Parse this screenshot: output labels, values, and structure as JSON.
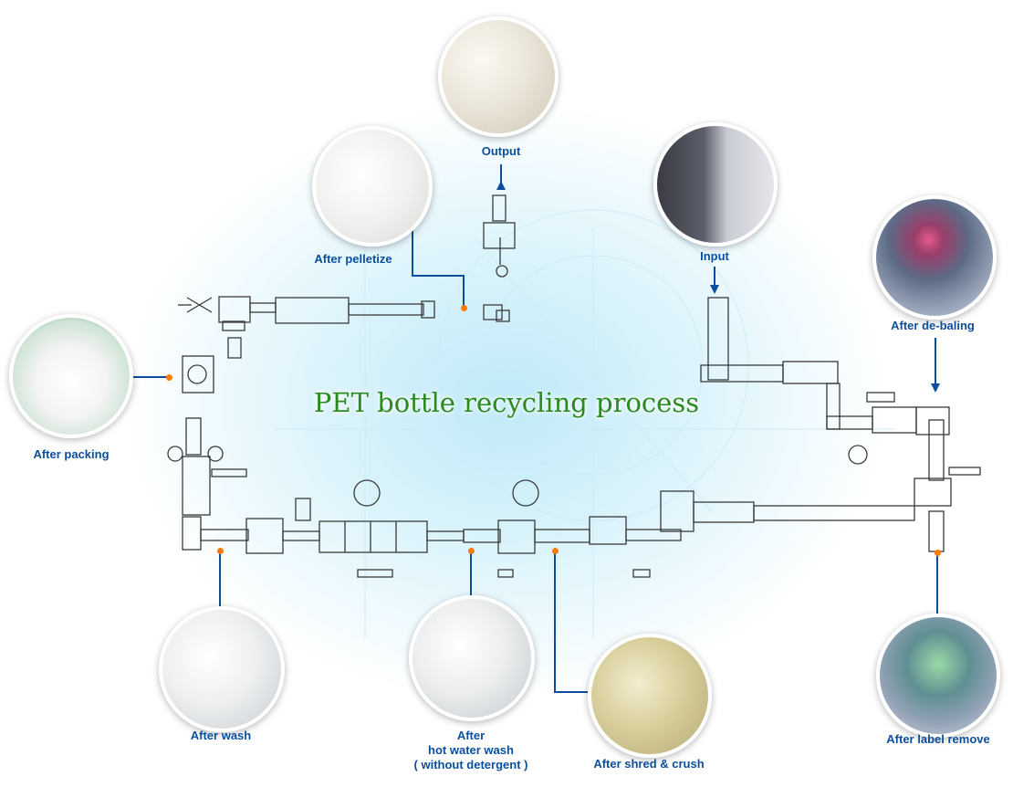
{
  "title": "PET bottle recycling process",
  "stages": [
    {
      "id": "output",
      "label": "Output"
    },
    {
      "id": "pelletize",
      "label": "After pelletize"
    },
    {
      "id": "input",
      "label": "Input"
    },
    {
      "id": "debaling",
      "label": "After de-baling"
    },
    {
      "id": "packing",
      "label": "After packing"
    },
    {
      "id": "wash",
      "label": "After wash"
    },
    {
      "id": "hotwash",
      "label_lines": [
        "After",
        "hot water wash",
        "( without detergent )"
      ]
    },
    {
      "id": "shred",
      "label": "After shred & crush"
    },
    {
      "id": "label_remove",
      "label": "After label remove"
    }
  ],
  "colors": {
    "connector": "#0b4f9c",
    "marker": "#ff7a00",
    "title": "#2a8a1e",
    "background_glow": "#bfe9f8"
  },
  "icons": [
    "pellets-photo",
    "big-bag-photo",
    "pet-bale-photo",
    "pet-flakes-photo",
    "machine-line-drawing"
  ]
}
